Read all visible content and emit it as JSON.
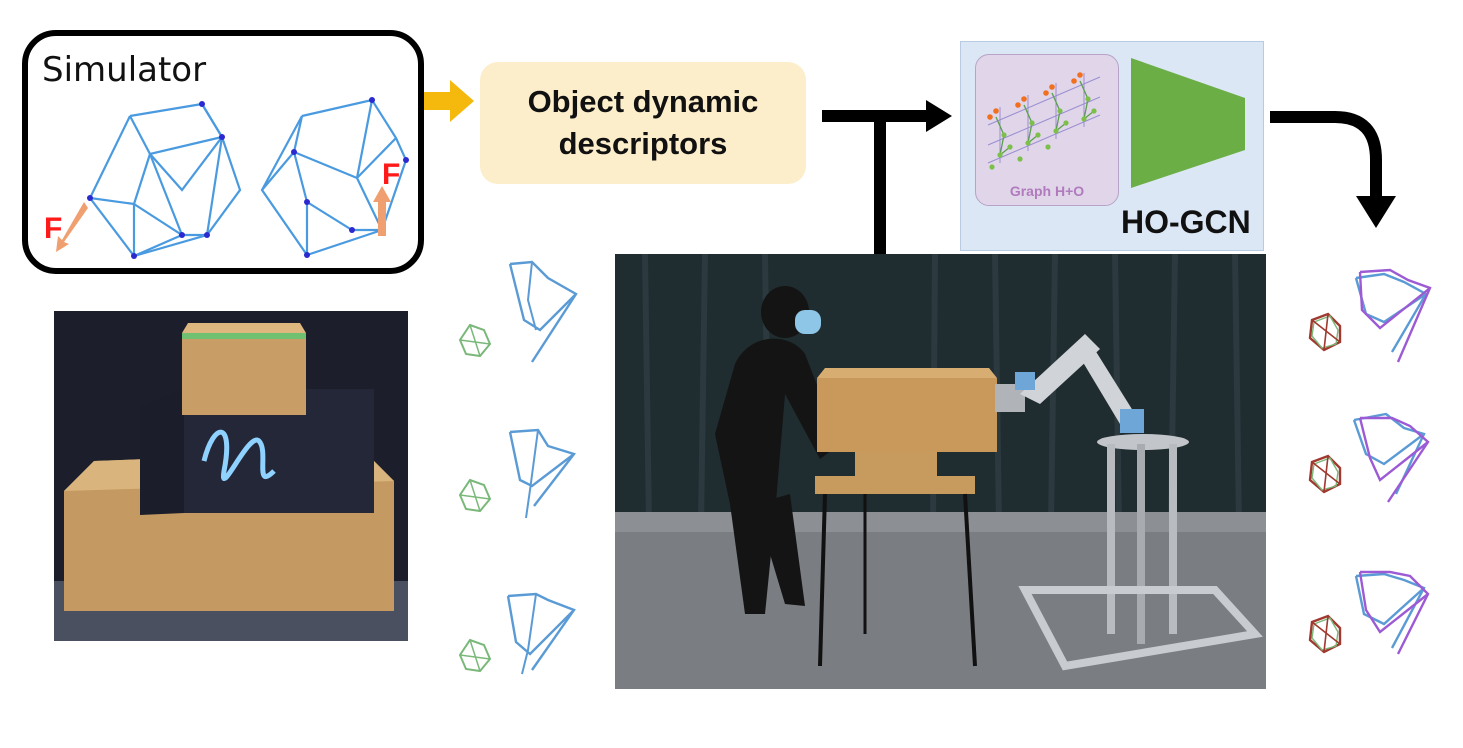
{
  "simulator": {
    "title": "Simulator",
    "force_label": "F"
  },
  "descriptor": {
    "label": "Object dynamic\ndescriptors"
  },
  "hogcn": {
    "graph_label": "Graph H+O",
    "title": "HO-GCN"
  },
  "colors": {
    "arrow_yellow": "#f5b80c",
    "descriptor_bg": "#fdeecb",
    "panel_bg": "#dbe7f4",
    "graph_bg": "#e1d5ea",
    "encoder_green": "#6aae45",
    "mesh_blue": "#4a9ae0",
    "force_orange": "#f0a070",
    "force_red": "#ff1a1a",
    "skeleton_blue": "#5b9bd5",
    "skeleton_purple": "#9c5bd5",
    "object_green": "#7ab87a",
    "object_red": "#a0392f"
  }
}
